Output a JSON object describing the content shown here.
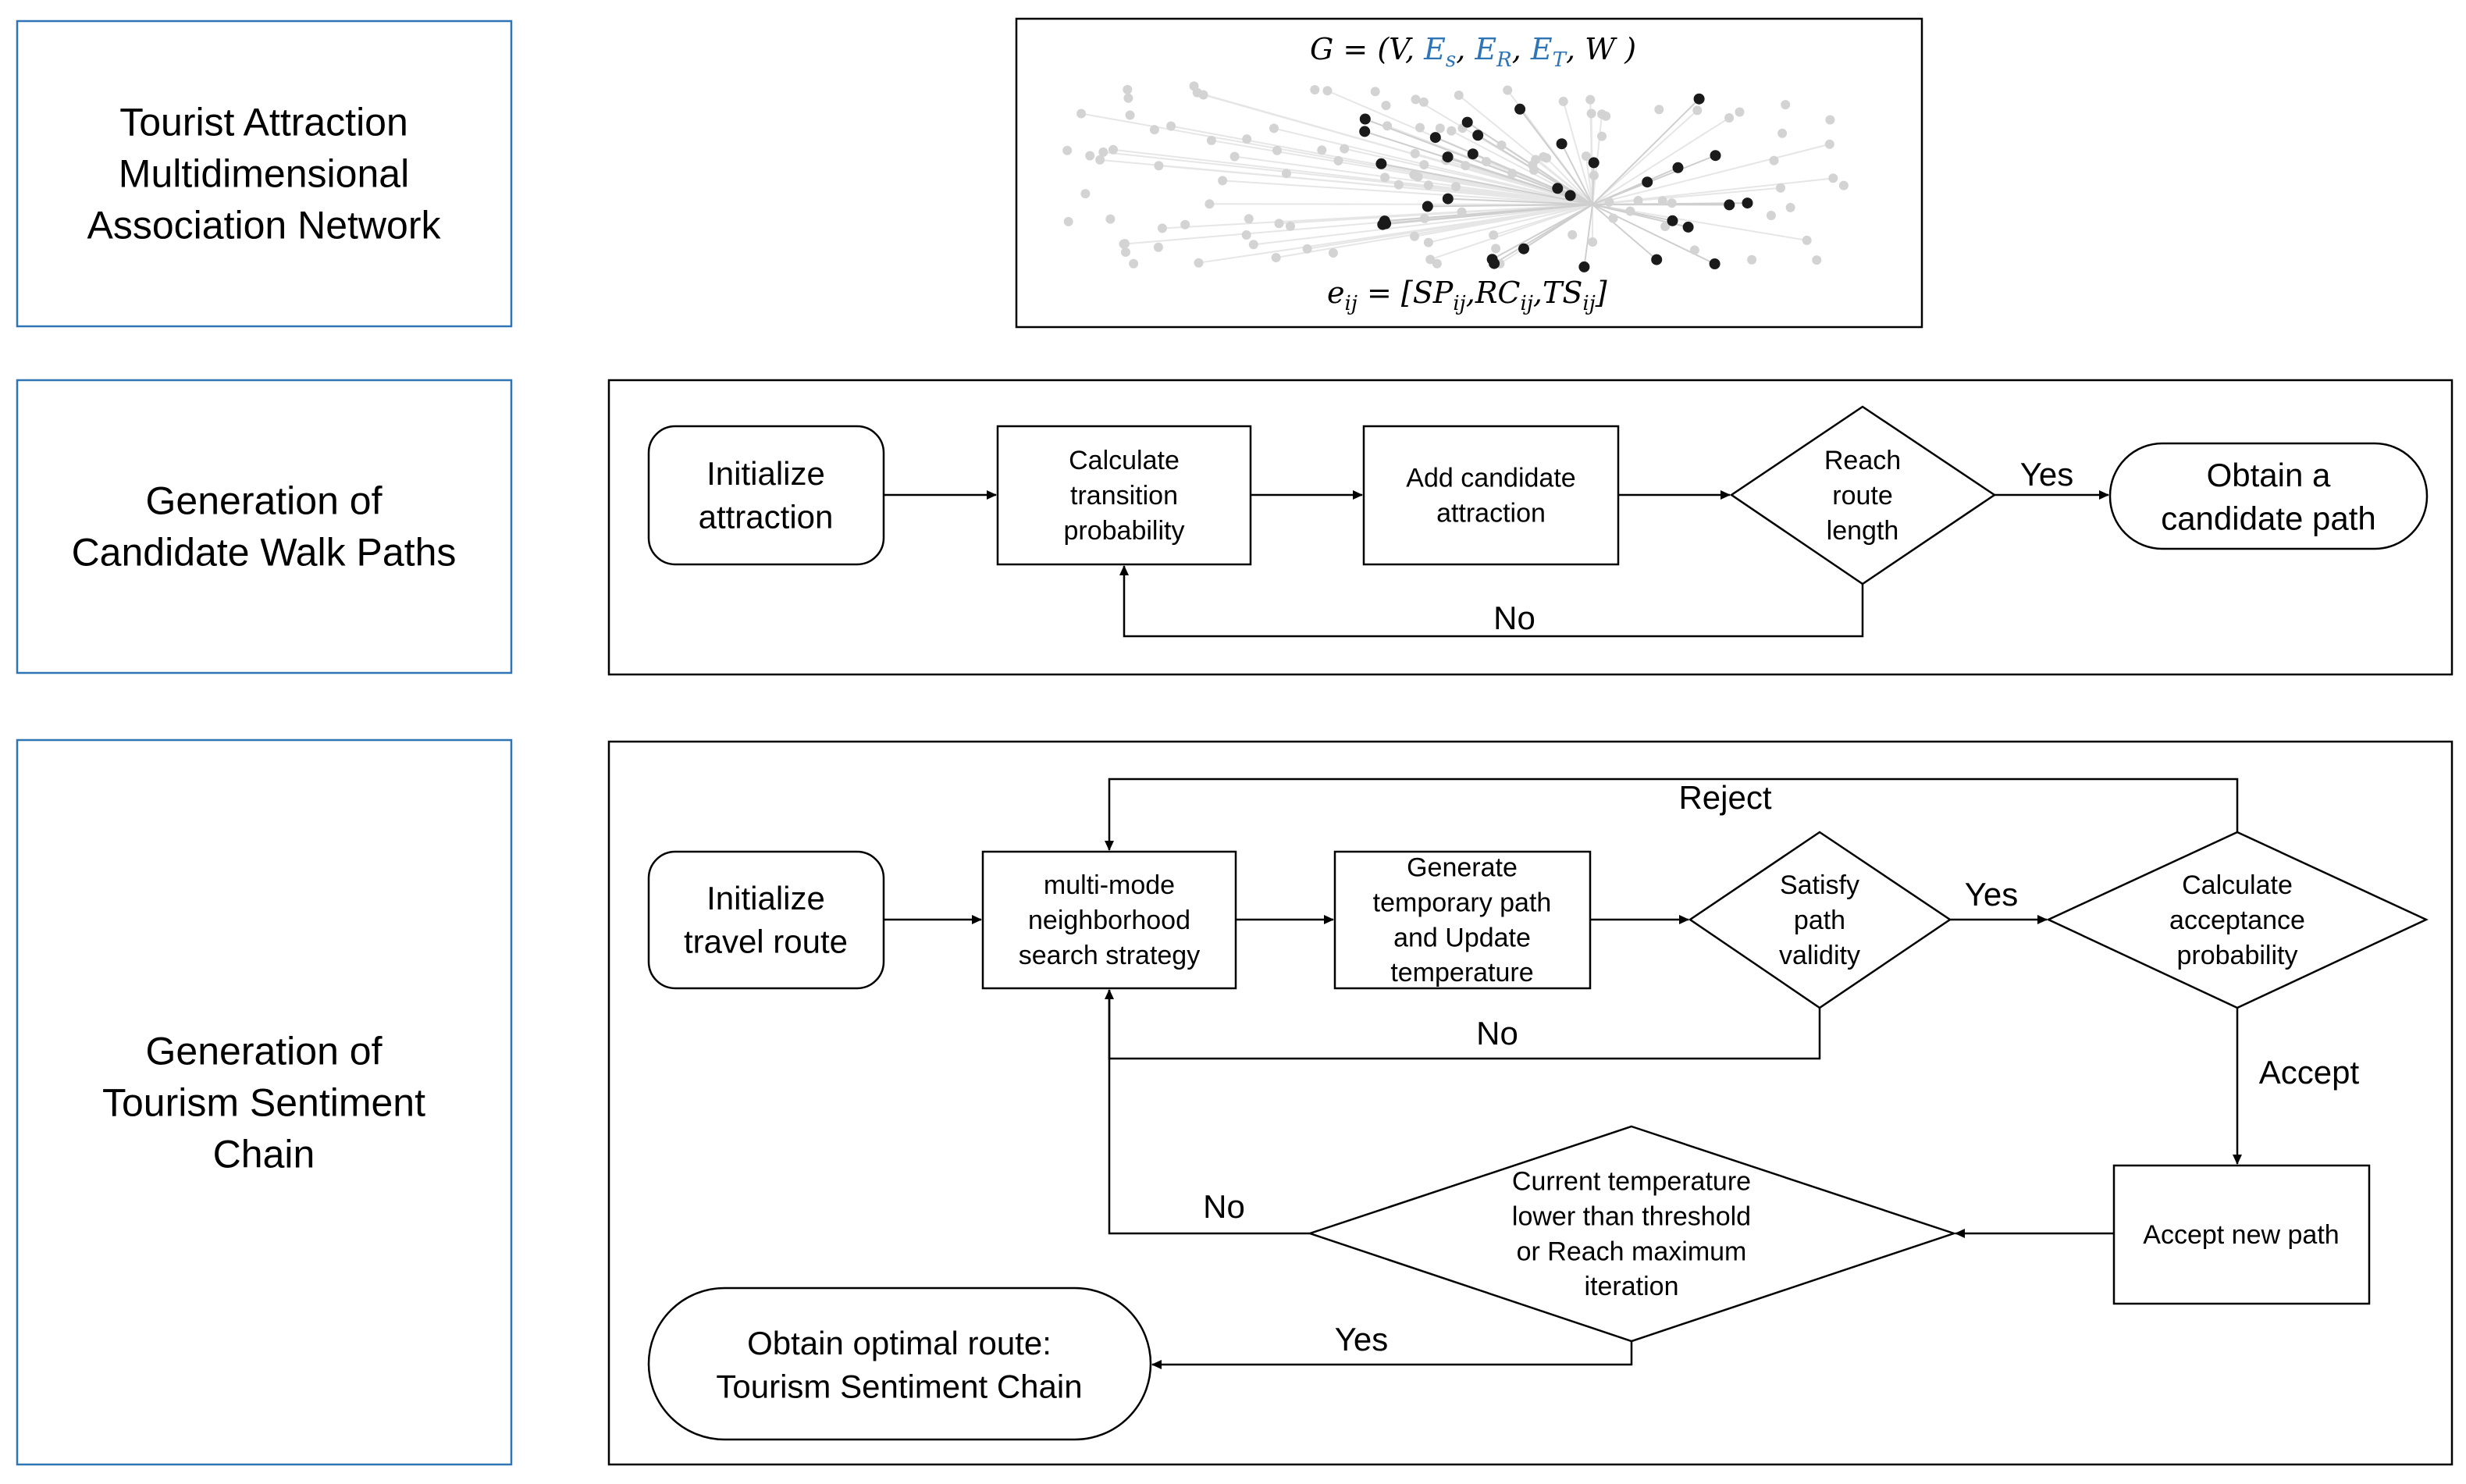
{
  "stages": [
    "Tourist Attraction|Multidimensional|Association Network",
    "Generation of|Candidate Walk Paths",
    "Generation of|Tourism Sentiment|Chain"
  ],
  "network": {
    "formula_top": {
      "prefix": "G = (V, ",
      "es": "E",
      "es_sub": "s",
      "er": "E",
      "er_sub": "R",
      "et": "E",
      "et_sub": "T",
      "suffix": ", W )",
      "sep": ", "
    },
    "formula_bottom": {
      "lhs": "e",
      "lhs_sub": "ij",
      "mid": " = [",
      "sp": "SP",
      "rc": "RC",
      "ts": "TS",
      "sub": "ij",
      "comma": ",",
      "end": "]"
    },
    "colors": {
      "highlight": "#2e75b6",
      "node_dark": "#1a1a1a",
      "node_light": "#d3d3d3",
      "edge_light": "#e6e6e6"
    }
  },
  "candidate": {
    "init": "Initialize|attraction",
    "calc": "Calculate|transition|probability",
    "add": "Add candidate|attraction",
    "reach": "Reach|route|length",
    "obtain": "Obtain a|candidate path",
    "yes": "Yes",
    "no": "No"
  },
  "sentiment": {
    "init": "Initialize|travel route",
    "search": "multi-mode|neighborhood|search strategy",
    "generate": "Generate|temporary path|and Update|temperature",
    "satisfy": "Satisfy|path|validity",
    "calc_accept": "Calculate|acceptance|probability",
    "accept_new": "Accept new path",
    "current_temp": "Current temperature|lower than threshold|or Reach maximum|iteration",
    "obtain": "Obtain optimal route:|Tourism Sentiment Chain",
    "reject": "Reject",
    "yes1": "Yes",
    "no1": "No",
    "accept": "Accept",
    "no2": "No",
    "yes2": "Yes"
  }
}
